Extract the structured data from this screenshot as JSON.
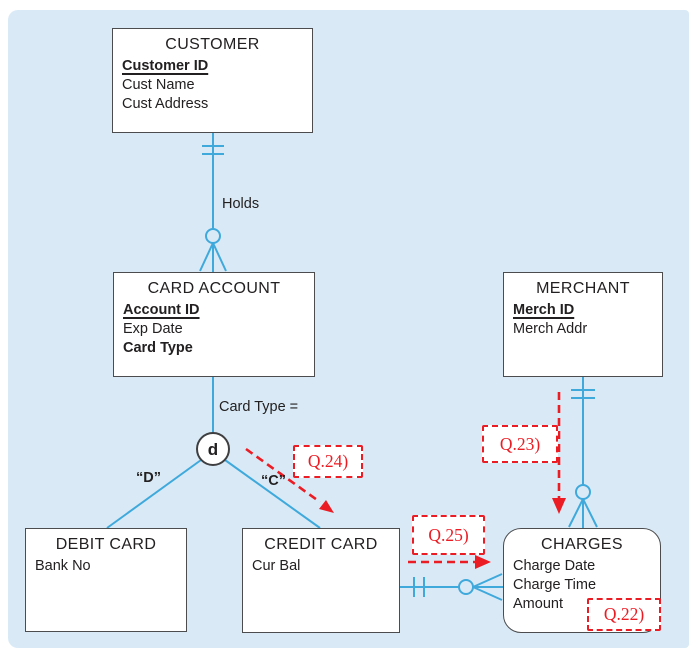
{
  "colors": {
    "panel-bg": "#d9eaf6",
    "line-blue": "#3fa9dc",
    "annotation-red": "#ec1c24",
    "box-border": "#4c4c4e",
    "text-dark": "#232021"
  },
  "entities": {
    "customer": {
      "title": "CUSTOMER",
      "attributes": [
        "Customer ID",
        "Cust Name",
        "Cust Address"
      ]
    },
    "card_account": {
      "title": "CARD ACCOUNT",
      "attributes": [
        "Account ID",
        "Exp Date",
        "Card Type"
      ]
    },
    "merchant": {
      "title": "MERCHANT",
      "attributes": [
        "Merch ID",
        "Merch Addr"
      ]
    },
    "debit_card": {
      "title": "DEBIT CARD",
      "attributes": [
        "Bank No"
      ]
    },
    "credit_card": {
      "title": "CREDIT CARD",
      "attributes": [
        "Cur Bal"
      ]
    },
    "charges": {
      "title": "CHARGES",
      "attributes": [
        "Charge Date",
        "Charge Time",
        "Amount"
      ]
    }
  },
  "labels": {
    "holds_relationship": "Holds",
    "discriminator": "Card Type =",
    "disjoint_symbol": "d",
    "debit_value": "“D”",
    "credit_value": "“C”"
  },
  "annotations": {
    "q22": "Q.22)",
    "q23": "Q.23)",
    "q24": "Q.24)",
    "q25": "Q.25)"
  }
}
